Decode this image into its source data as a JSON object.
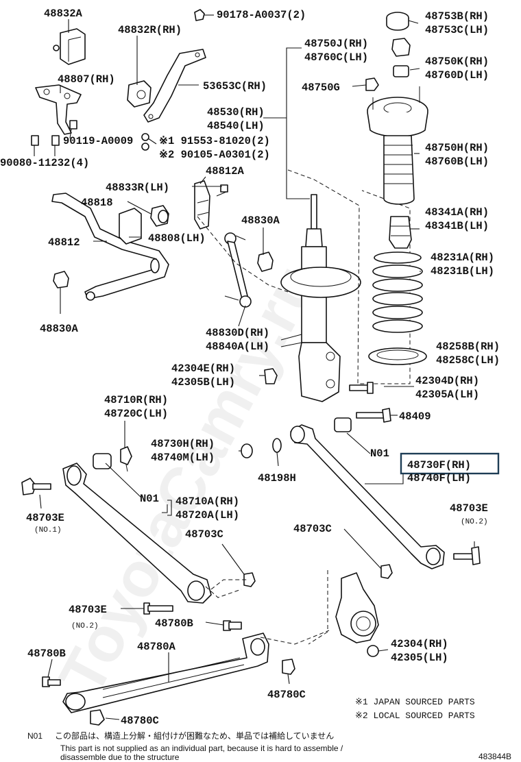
{
  "diagram": {
    "watermark": "ToyotaCamry.ru",
    "labels": {
      "l48832A": "48832A",
      "l48832R": "48832R(RH)",
      "l90178": "90178-A0037(2)",
      "l48807": "48807(RH)",
      "l53653C": "53653C(RH)",
      "l48530": "48530(RH)",
      "l48540": "48540(LH)",
      "l90119": "90119-A0009",
      "l90080": "90080-11232(4)",
      "l91553": "※1 91553-81020(2)",
      "l90105": "※2 90105-A0301(2)",
      "l48750J": "48750J(RH)",
      "l48760C": "48760C(LH)",
      "l48750G": "48750G",
      "l48753B": "48753B(RH)",
      "l48753C": "48753C(LH)",
      "l48750K": "48750K(RH)",
      "l48760D": "48760D(LH)",
      "l48750H": "48750H(RH)",
      "l48760B": "48760B(LH)",
      "l48812A": "48812A",
      "l48833R": "48833R(LH)",
      "l48818": "48818",
      "l48808": "48808(LH)",
      "l48812": "48812",
      "l48830A_top": "48830A",
      "l48830A_left": "48830A",
      "l48341A": "48341A(RH)",
      "l48341B": "48341B(LH)",
      "l48231A": "48231A(RH)",
      "l48231B": "48231B(LH)",
      "l48830D": "48830D(RH)",
      "l48840A": "48840A(LH)",
      "l48258B": "48258B(RH)",
      "l48258C": "48258C(LH)",
      "l42304E": "42304E(RH)",
      "l42305B": "42305B(LH)",
      "l42304D": "42304D(RH)",
      "l42305A": "42305A(LH)",
      "l48710R": "48710R(RH)",
      "l48720C": "48720C(LH)",
      "l48409": "48409",
      "l48730H": "48730H(RH)",
      "l48740M": "48740M(LH)",
      "l48198H": "48198H",
      "lN01a": "N01",
      "l48730F": "48730F(RH)",
      "l48740F": "48740F(LH)",
      "lN01b": "N01",
      "l48710A": "48710A(RH)",
      "l48720A": "48720A(LH)",
      "l48703E_1": "48703E",
      "l48703E_1n": "(NO.1)",
      "l48703E_2": "48703E",
      "l48703E_2n": "(NO.2)",
      "l48703C_1": "48703C",
      "l48703C_2": "48703C",
      "l48703E_3": "48703E",
      "l48703E_3n": "(NO.2)",
      "l48780B_1": "48780B",
      "l48780B_2": "48780B",
      "l48780A": "48780A",
      "l42304": "42304(RH)",
      "l42305": "42305(LH)",
      "l48780C_1": "48780C",
      "l48780C_2": "48780C"
    },
    "legend": {
      "note1": "※1 JAPAN SOURCED PARTS",
      "note2": "※2 LOCAL SOURCED PARTS"
    },
    "footnote": {
      "code": "N01",
      "jp": "この部品は、構造上分解・組付けが困難なため、単品では補給していません",
      "en1": "This part is not supplied as an individual part, because it is hard to assemble /",
      "en2": "disassemble due to the structure"
    },
    "drawing_id": "483844B",
    "highlighted_part": "48730F(RH)"
  }
}
